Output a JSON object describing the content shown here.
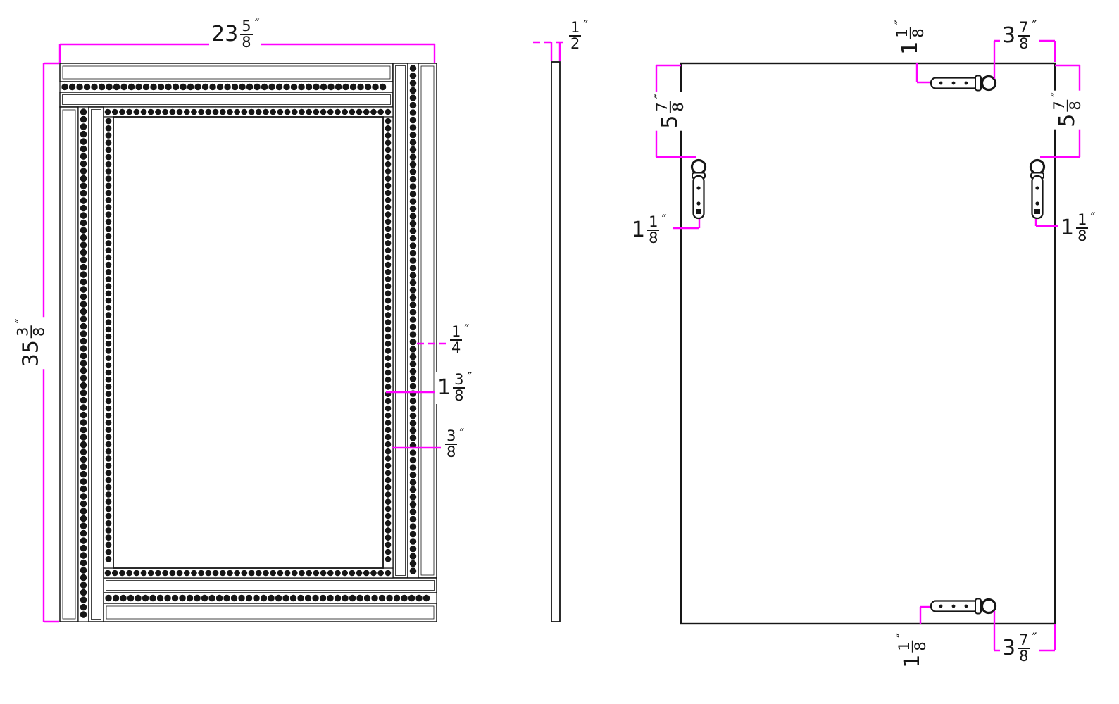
{
  "unit_mark": "″",
  "colors": {
    "dimension": "#ff00ff",
    "line": "#161616",
    "paper": "#ffffff"
  },
  "front_view": {
    "width": {
      "whole": "23",
      "num": "5",
      "den": "8"
    },
    "height": {
      "whole": "35",
      "num": "3",
      "den": "8"
    },
    "trim_quarter": {
      "whole": "",
      "num": "1",
      "den": "4"
    },
    "trim_one_three_eighths": {
      "whole": "1",
      "num": "3",
      "den": "8"
    },
    "trim_three_eighths": {
      "whole": "",
      "num": "3",
      "den": "8"
    }
  },
  "side_view": {
    "thickness": {
      "whole": "",
      "num": "1",
      "den": "2"
    }
  },
  "back_view": {
    "hanger_top_offset": {
      "whole": "1",
      "num": "1",
      "den": "8"
    },
    "hanger_top_to_corner": {
      "whole": "3",
      "num": "7",
      "den": "8"
    },
    "hanger_left_from_top": {
      "whole": "5",
      "num": "7",
      "den": "8"
    },
    "hanger_right_from_top": {
      "whole": "5",
      "num": "7",
      "den": "8"
    },
    "hanger_left_offset": {
      "whole": "1",
      "num": "1",
      "den": "8"
    },
    "hanger_right_offset": {
      "whole": "1",
      "num": "1",
      "den": "8"
    },
    "hanger_bottom_offset": {
      "whole": "1",
      "num": "1",
      "den": "8"
    },
    "hanger_bottom_to_corner": {
      "whole": "3",
      "num": "7",
      "den": "8"
    }
  }
}
